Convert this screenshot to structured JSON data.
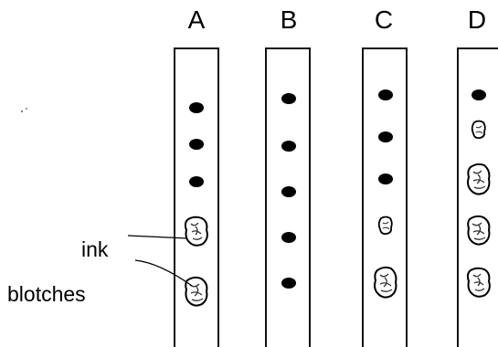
{
  "tapes": [
    {
      "label": "A",
      "marks": [
        "dot",
        "dot",
        "dot",
        "blotch",
        "blotch"
      ]
    },
    {
      "label": "B",
      "marks": [
        "dot",
        "dot",
        "dot",
        "dot",
        "dot"
      ]
    },
    {
      "label": "C",
      "marks": [
        "dot",
        "dot",
        "dot",
        "blotch-small",
        "blotch"
      ]
    },
    {
      "label": "D",
      "marks": [
        "dot",
        "blotch-small",
        "blotch",
        "blotch",
        "blotch"
      ]
    }
  ],
  "annotation": {
    "line1": "ink",
    "line2": "blotches"
  }
}
